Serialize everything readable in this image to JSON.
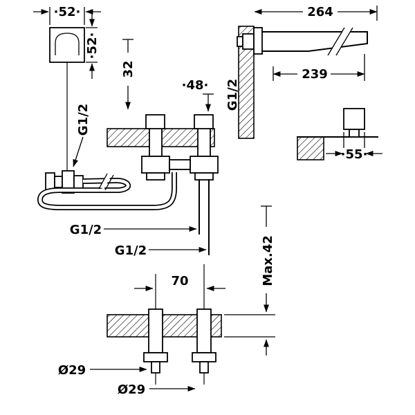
{
  "page": {
    "kind": "technical installation drawing",
    "subject": "wall-mounted basin mixer dimension diagram",
    "colors": {
      "ink": "#000000",
      "background": "#ffffff"
    }
  },
  "views": {
    "spout_front": {
      "name": "spout escutcheon front view",
      "width_label": "·52·",
      "height_label": "·52·",
      "connection_label": "G1/2"
    },
    "spout_side": {
      "name": "wall spout side view",
      "total_length_label": "264",
      "projection_label": "239",
      "wall_connection_label": "G1/2"
    },
    "handle_side": {
      "name": "handle side view",
      "width_label": "·55·"
    },
    "mixer_front": {
      "name": "concealed mixer body front view",
      "handle_height_label": "32",
      "handle_width_label": "·48·",
      "left_inlet_label": "G1/2",
      "right_inlet_label": "G1/2"
    },
    "deck_section": {
      "name": "deck mounting section",
      "spacing_label": "70",
      "max_thickness_label": "Max.42",
      "hole_left_label": "Ø29",
      "hole_right_label": "Ø29"
    }
  }
}
